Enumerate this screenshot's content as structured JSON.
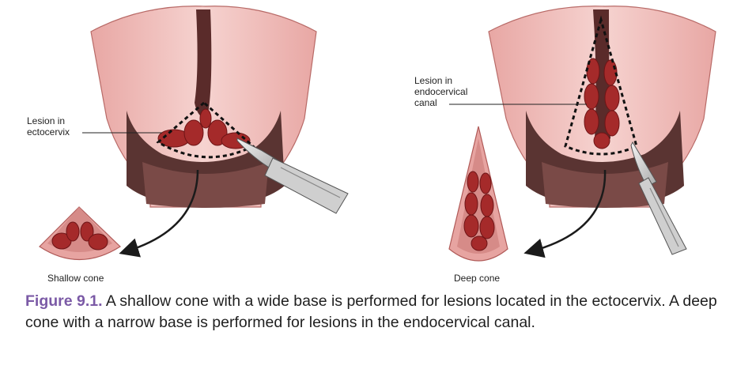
{
  "labels": {
    "ectocervix_lesion": [
      "Lesion in",
      "ectocervix"
    ],
    "endocervical_lesion": [
      "Lesion in",
      "endocervical",
      "canal"
    ],
    "shallow_cone": "Shallow cone",
    "deep_cone": "Deep cone"
  },
  "caption": {
    "label": "Figure 9.1.",
    "text": " A shallow cone with a wide base is performed for lesions located in the ectocervix. A deep cone with a narrow base is performed for lesions in the endocervical canal."
  },
  "colors": {
    "tissue_light": "#f2c7c4",
    "tissue_mid": "#e6a2a0",
    "tissue_dark": "#c97a78",
    "canal_dark": "#4a2c2a",
    "lesion": "#a52a2a",
    "lesion_dark": "#6e1416",
    "caption_label": "#7b5aa6",
    "scalpel": "#d9d9d9"
  }
}
